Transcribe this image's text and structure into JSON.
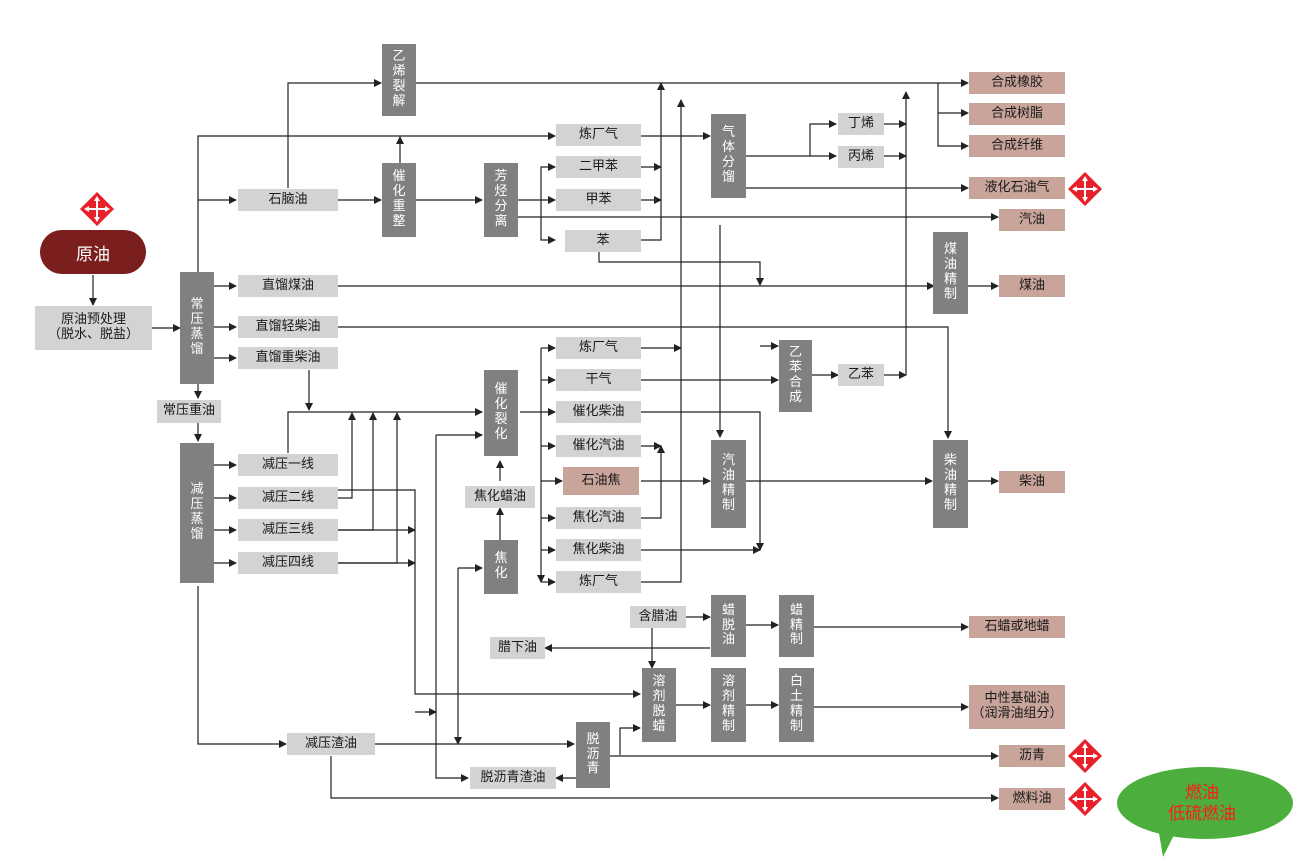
{
  "crude_oil": "原油",
  "pretreatment": "原油预处理\n（脱水、脱盐）",
  "atm_distillation": "常压蒸馏",
  "atm_heavy_oil": "常压重油",
  "vac_distillation": "减压蒸馏",
  "ethylene_cracking": "乙烯裂解",
  "catalytic_reforming": "催化重整",
  "aromatics_separation": "芳烃分离",
  "gas_separation": "气体分馏",
  "ethylbenzene_synthesis": "乙苯合成",
  "catalytic_cracking": "催化裂化",
  "gasoline_refining": "汽油精制",
  "kerosene_refining": "煤油精制",
  "diesel_refining": "柴油精制",
  "coking": "焦化",
  "wax_deoiling": "蜡脱油",
  "wax_refining": "蜡精制",
  "solvent_dewaxing": "溶剂脱蜡",
  "solvent_refining": "溶剂精制",
  "clay_refining": "白土精制",
  "deasphalting": "脱沥青",
  "refinery_gas": "炼厂气",
  "naphtha": "石脑油",
  "xylene": "二甲苯",
  "toluene": "甲苯",
  "benzene": "苯",
  "straight_kerosene": "直馏煤油",
  "straight_light_diesel": "直馏轻柴油",
  "straight_heavy_diesel": "直馏重柴油",
  "butylene": "丁烯",
  "propylene": "丙烯",
  "dry_gas": "干气",
  "cat_diesel": "催化柴油",
  "cat_gasoline": "催化汽油",
  "petroleum_coke": "石油焦",
  "coker_gasoline": "焦化汽油",
  "coker_diesel": "焦化柴油",
  "coker_wax_oil": "焦化蜡油",
  "ethylbenzene": "乙苯",
  "vac_cut_1": "减压一线",
  "vac_cut_2": "减压二线",
  "vac_cut_3": "减压三线",
  "vac_cut_4": "减压四线",
  "waxy_oil": "含腊油",
  "wax_underflow": "腊下油",
  "vac_residue": "减压渣油",
  "deasphalted_residue": "脱沥青渣油",
  "products": {
    "rubber": "合成橡胶",
    "resin": "合成树脂",
    "fiber": "合成纤维",
    "lpg": "液化石油气",
    "gasoline": "汽油",
    "kerosene": "煤油",
    "diesel": "柴油",
    "wax": "石蜡或地蜡",
    "base_oil": "中性基础油\n（润滑油组分）",
    "asphalt": "沥青",
    "fuel_oil": "燃料油"
  },
  "bubble": {
    "line1": "燃油",
    "line2": "低硫燃油"
  },
  "colors": {
    "dark_box": "#808080",
    "light_box": "#d3d3d3",
    "product_box": "#c8a49a",
    "crude": "#7b1e1e",
    "marker": "#e8202a",
    "bubble": "#4cae3c",
    "bubble_text": "#ff1a1a",
    "line": "#222222"
  }
}
